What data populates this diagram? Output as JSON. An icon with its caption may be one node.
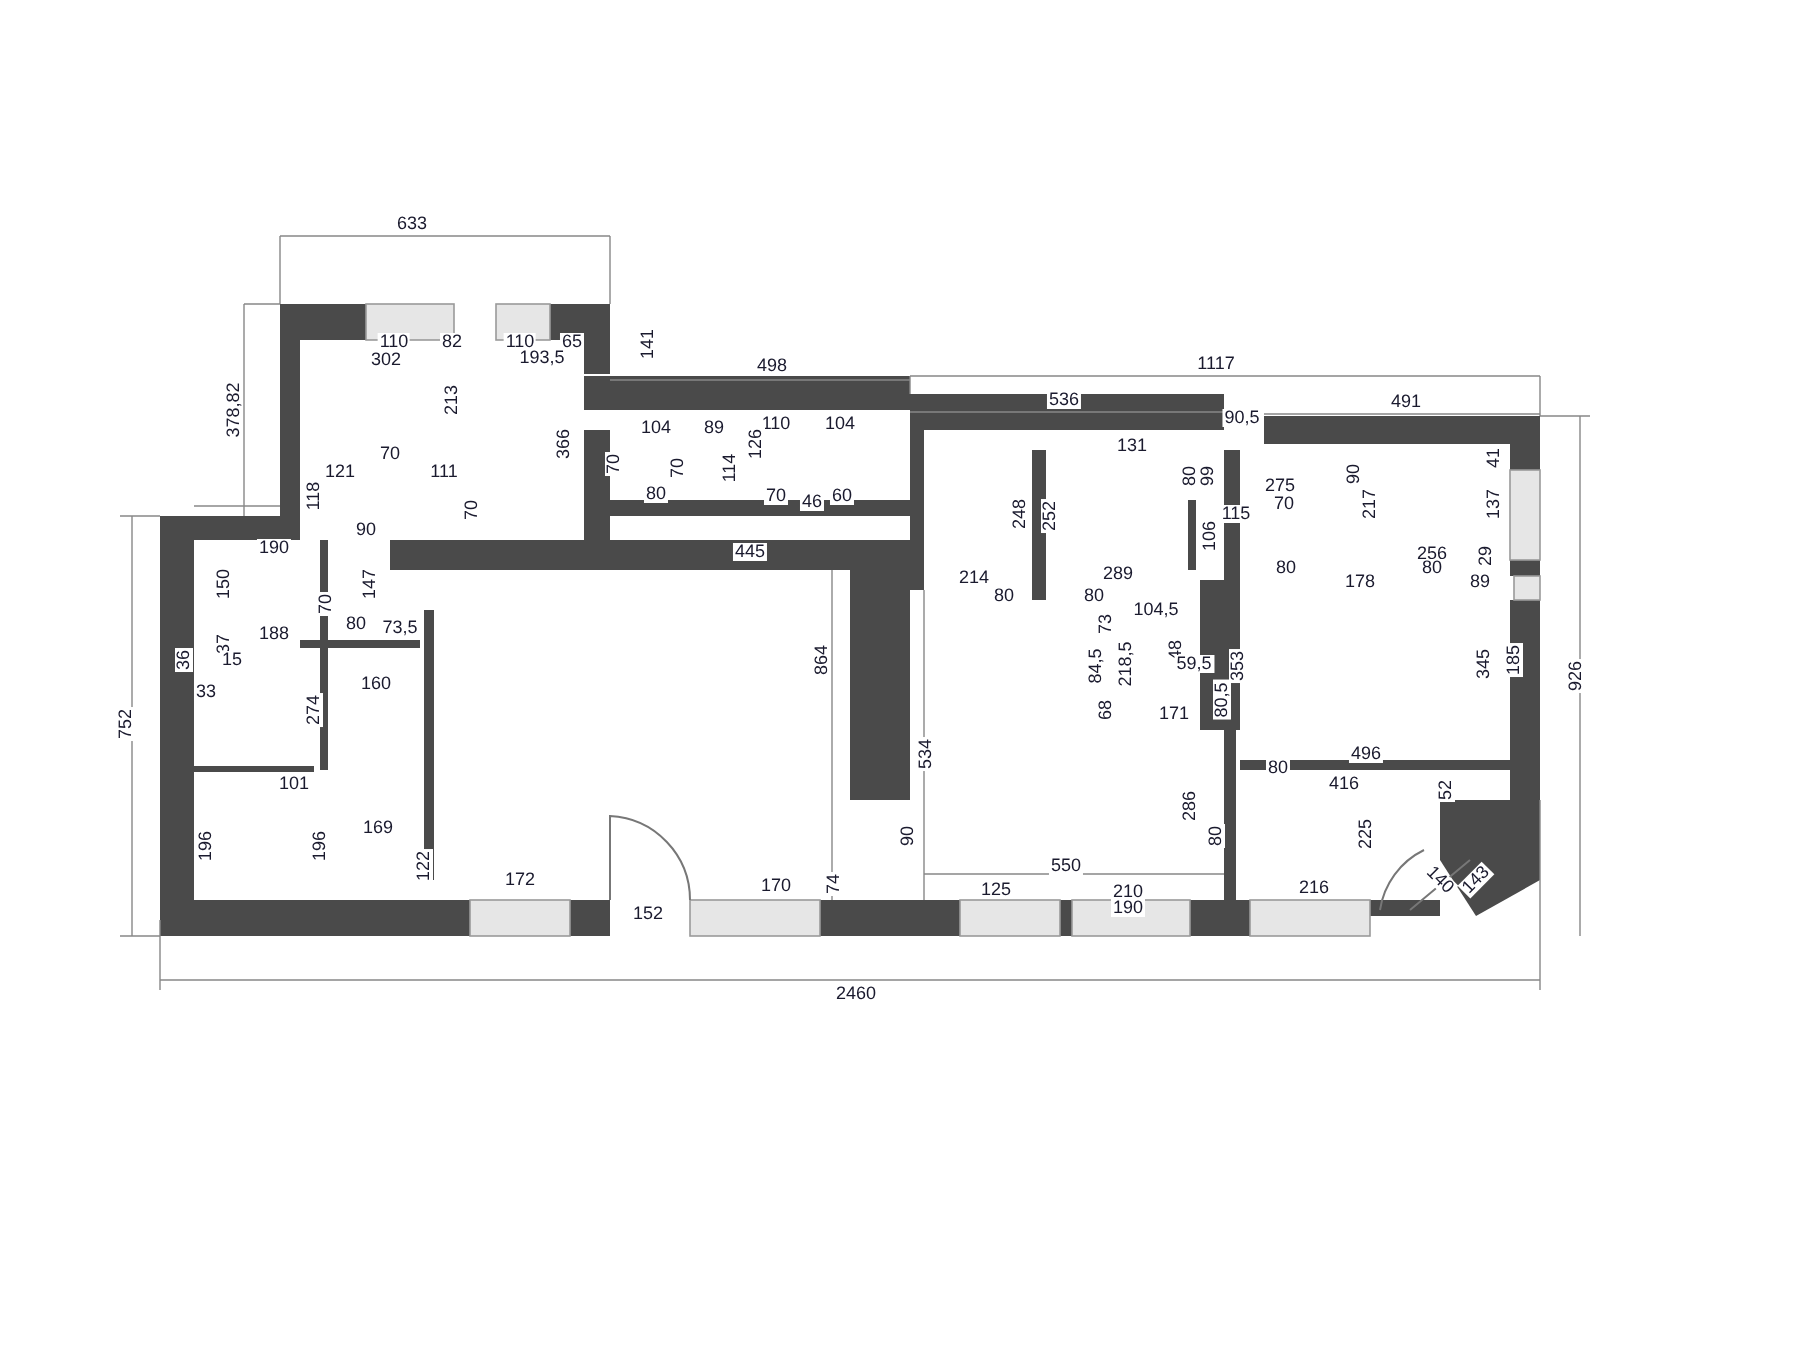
{
  "diagram": {
    "labels": [
      "633",
      "110",
      "82",
      "110",
      "65",
      "302",
      "193,5",
      "141",
      "498",
      "1117",
      "378,82",
      "536",
      "90,5",
      "491",
      "213",
      "366",
      "104",
      "89",
      "110",
      "104",
      "131",
      "70",
      "70",
      "114",
      "126",
      "80",
      "99",
      "90",
      "41",
      "248",
      "252",
      "275",
      "70",
      "115",
      "217",
      "137",
      "106",
      "70",
      "121",
      "111",
      "118",
      "70",
      "80",
      "70",
      "46",
      "60",
      "90",
      "190",
      "445",
      "214",
      "289",
      "80",
      "178",
      "256",
      "80",
      "29",
      "89",
      "150",
      "70",
      "147",
      "80",
      "80",
      "73,5",
      "80",
      "188",
      "104,5",
      "73",
      "37",
      "15",
      "36",
      "48",
      "59,5",
      "84,5",
      "218,5",
      "80,5",
      "33",
      "160",
      "864",
      "274",
      "353",
      "345",
      "185",
      "926",
      "171",
      "68",
      "752",
      "534",
      "496",
      "101",
      "80",
      "416",
      "52",
      "286",
      "169",
      "90",
      "80",
      "225",
      "196",
      "196",
      "122",
      "550",
      "172",
      "170",
      "74",
      "125",
      "210",
      "216",
      "140",
      "143",
      "190",
      "152",
      "2460"
    ]
  }
}
